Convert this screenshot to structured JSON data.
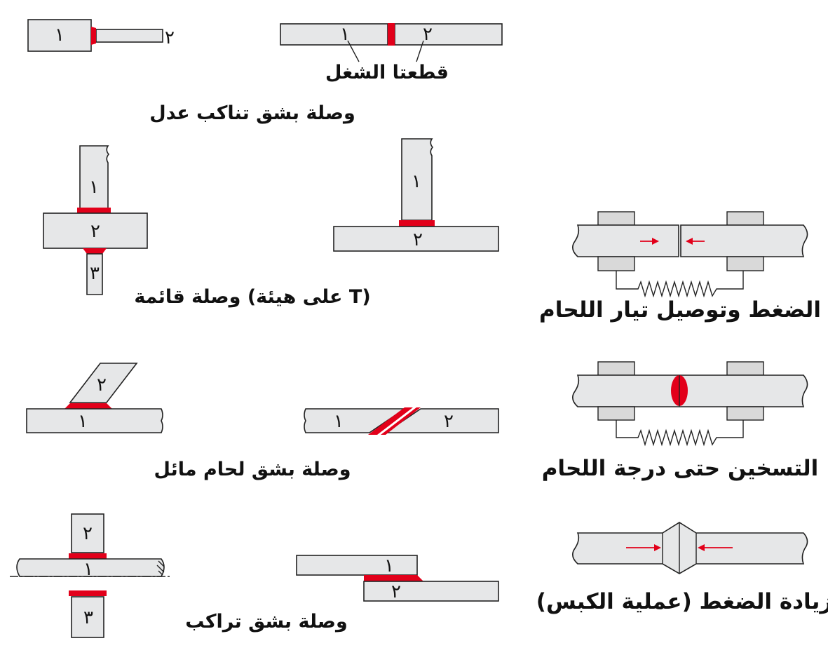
{
  "labels": {
    "one": "١",
    "two": "٢",
    "three": "٣"
  },
  "captions": {
    "butt_joint": "وصلة بشق تناكب عدل",
    "workpieces": "قطعتا الشغل",
    "t_joint": "وصلة قائمة (على هيئة T)",
    "bevel_joint": "وصلة بشق لحام مائل",
    "lap_joint": "وصلة بشق تراكب",
    "step_press": "الضغط وتوصيل تيار اللحام",
    "step_heat": "التسخين حتى درجة اللحام",
    "step_upset": "زيادة الضغط (عملية الكبس)"
  },
  "colors": {
    "part_fill": "#e6e7e8",
    "weld": "#e2001a",
    "grip": "#d9d9d9",
    "line": "#222222"
  }
}
